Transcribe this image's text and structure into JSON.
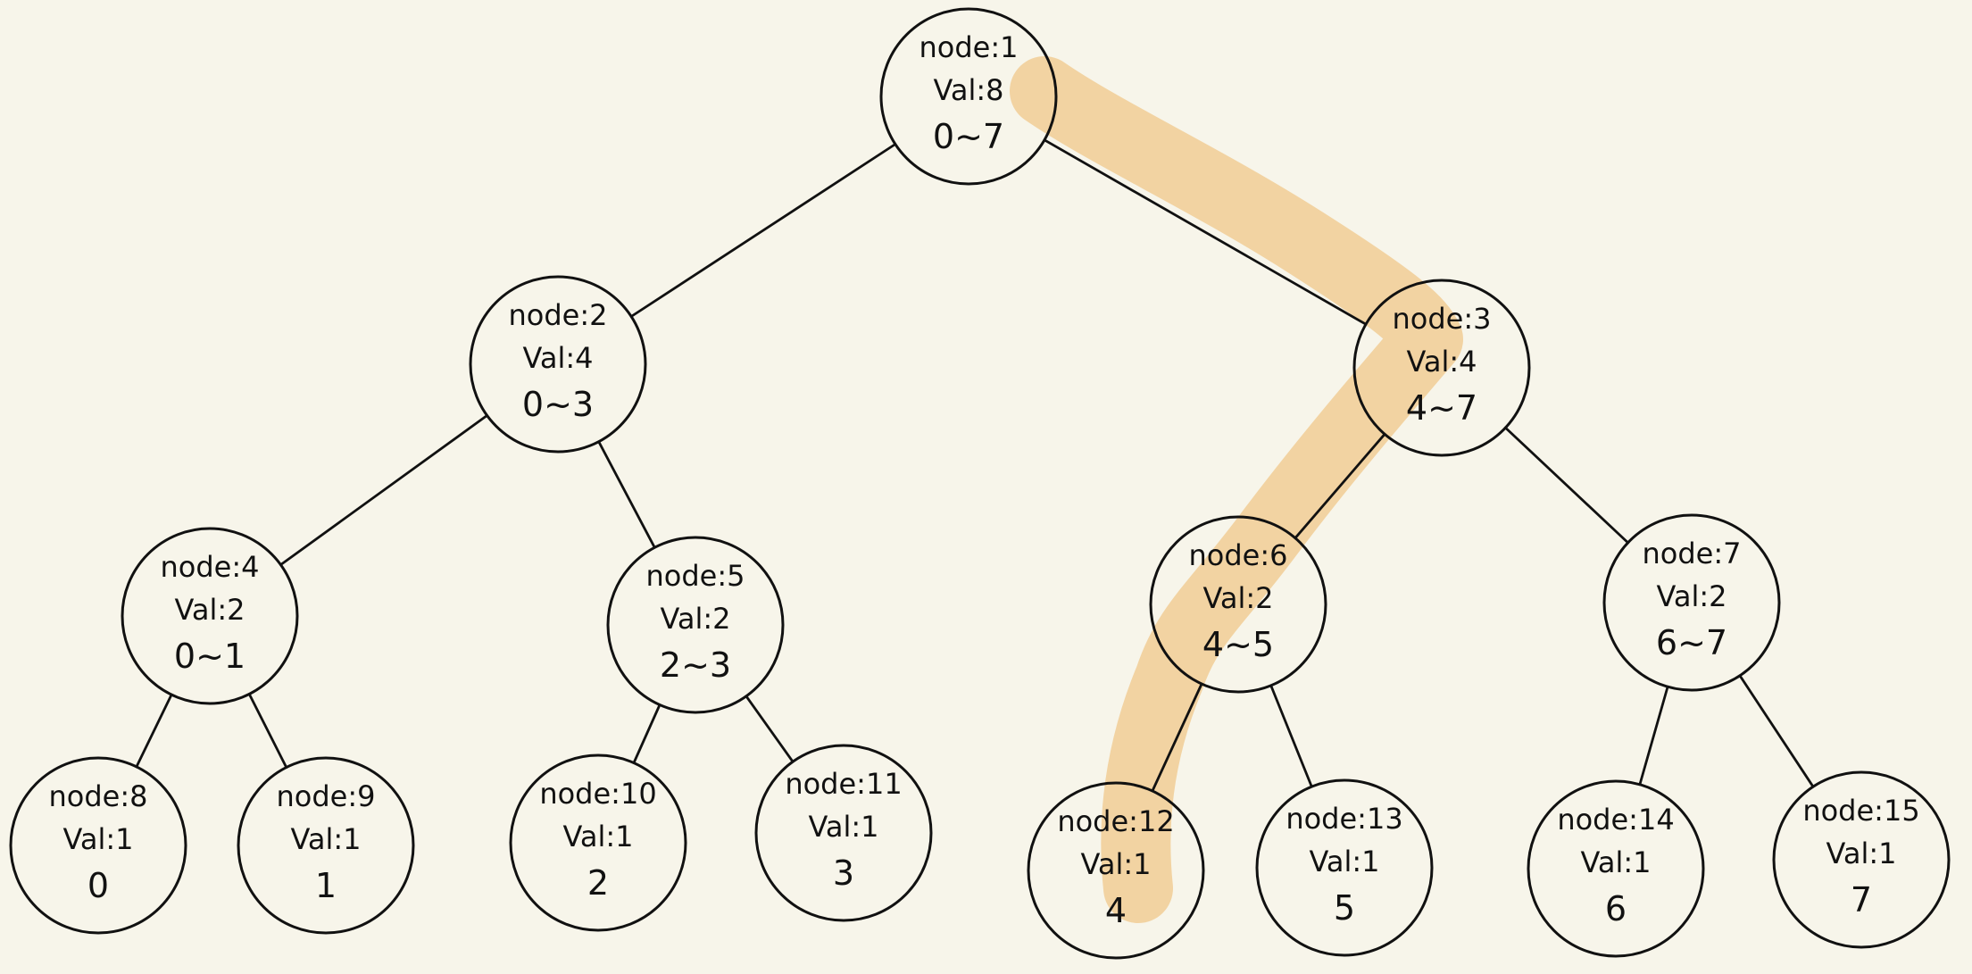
{
  "diagram": {
    "highlight_color": "#f2d3a2",
    "line_color": "#111111",
    "background_color": "#f7f5ea",
    "highlight_path": [
      "1",
      "3",
      "6",
      "12"
    ],
    "nodes": [
      {
        "id": "1",
        "node": "node:1",
        "val": "Val:8",
        "range": "0~7"
      },
      {
        "id": "2",
        "node": "node:2",
        "val": "Val:4",
        "range": "0~3"
      },
      {
        "id": "3",
        "node": "node:3",
        "val": "Val:4",
        "range": "4~7"
      },
      {
        "id": "4",
        "node": "node:4",
        "val": "Val:2",
        "range": "0~1"
      },
      {
        "id": "5",
        "node": "node:5",
        "val": "Val:2",
        "range": "2~3"
      },
      {
        "id": "6",
        "node": "node:6",
        "val": "Val:2",
        "range": "4~5"
      },
      {
        "id": "7",
        "node": "node:7",
        "val": "Val:2",
        "range": "6~7"
      },
      {
        "id": "8",
        "node": "node:8",
        "val": "Val:1",
        "range": "0"
      },
      {
        "id": "9",
        "node": "node:9",
        "val": "Val:1",
        "range": "1"
      },
      {
        "id": "10",
        "node": "node:10",
        "val": "Val:1",
        "range": "2"
      },
      {
        "id": "11",
        "node": "node:11",
        "val": "Val:1",
        "range": "3"
      },
      {
        "id": "12",
        "node": "node:12",
        "val": "Val:1",
        "range": "4"
      },
      {
        "id": "13",
        "node": "node:13",
        "val": "Val:1",
        "range": "5"
      },
      {
        "id": "14",
        "node": "node:14",
        "val": "Val:1",
        "range": "6"
      },
      {
        "id": "15",
        "node": "node:15",
        "val": "Val:1",
        "range": "7"
      }
    ],
    "edges": [
      [
        "1",
        "2"
      ],
      [
        "1",
        "3"
      ],
      [
        "2",
        "4"
      ],
      [
        "2",
        "5"
      ],
      [
        "3",
        "6"
      ],
      [
        "3",
        "7"
      ],
      [
        "4",
        "8"
      ],
      [
        "4",
        "9"
      ],
      [
        "5",
        "10"
      ],
      [
        "5",
        "11"
      ],
      [
        "6",
        "12"
      ],
      [
        "6",
        "13"
      ],
      [
        "7",
        "14"
      ],
      [
        "7",
        "15"
      ]
    ]
  }
}
